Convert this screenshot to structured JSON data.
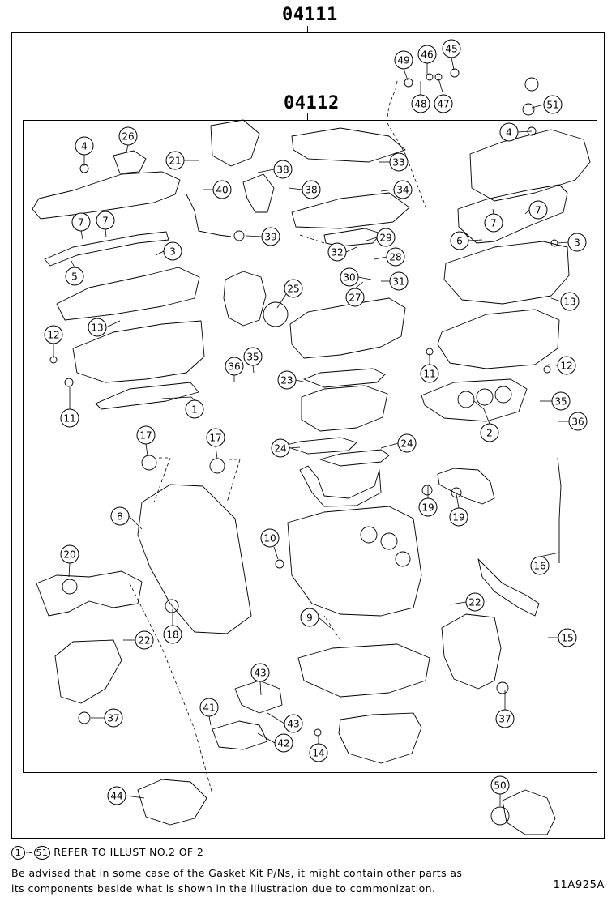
{
  "header": {
    "outer_code": "04111",
    "inner_code": "04112"
  },
  "callouts": [
    {
      "n": "1"
    },
    {
      "n": "2"
    },
    {
      "n": "3"
    },
    {
      "n": "3"
    },
    {
      "n": "4"
    },
    {
      "n": "4"
    },
    {
      "n": "5"
    },
    {
      "n": "6"
    },
    {
      "n": "7"
    },
    {
      "n": "7"
    },
    {
      "n": "7"
    },
    {
      "n": "7"
    },
    {
      "n": "8"
    },
    {
      "n": "9"
    },
    {
      "n": "10"
    },
    {
      "n": "11"
    },
    {
      "n": "11"
    },
    {
      "n": "12"
    },
    {
      "n": "12"
    },
    {
      "n": "13"
    },
    {
      "n": "13"
    },
    {
      "n": "14"
    },
    {
      "n": "15"
    },
    {
      "n": "16"
    },
    {
      "n": "17"
    },
    {
      "n": "17"
    },
    {
      "n": "18"
    },
    {
      "n": "19"
    },
    {
      "n": "19"
    },
    {
      "n": "20"
    },
    {
      "n": "21"
    },
    {
      "n": "22"
    },
    {
      "n": "22"
    },
    {
      "n": "23"
    },
    {
      "n": "24"
    },
    {
      "n": "24"
    },
    {
      "n": "25"
    },
    {
      "n": "26"
    },
    {
      "n": "27"
    },
    {
      "n": "28"
    },
    {
      "n": "29"
    },
    {
      "n": "30"
    },
    {
      "n": "31"
    },
    {
      "n": "32"
    },
    {
      "n": "33"
    },
    {
      "n": "34"
    },
    {
      "n": "35"
    },
    {
      "n": "35"
    },
    {
      "n": "36"
    },
    {
      "n": "36"
    },
    {
      "n": "37"
    },
    {
      "n": "37"
    },
    {
      "n": "38"
    },
    {
      "n": "38"
    },
    {
      "n": "39"
    },
    {
      "n": "40"
    },
    {
      "n": "41"
    },
    {
      "n": "42"
    },
    {
      "n": "43"
    },
    {
      "n": "43"
    },
    {
      "n": "44"
    },
    {
      "n": "45"
    },
    {
      "n": "46"
    },
    {
      "n": "47"
    },
    {
      "n": "48"
    },
    {
      "n": "49"
    },
    {
      "n": "50"
    },
    {
      "n": "51"
    }
  ],
  "footer": {
    "range_start": "1",
    "range_sep": "~",
    "range_end": "51",
    "refer_text": "REFER TO ILLUST NO.2 OF 2",
    "note_line1": "Be advised that in some case of the Gasket Kit P/Ns,  it might contain other parts as",
    "note_line2": "its components beside what is shown in the illustration due to commonization.",
    "illustration_code": "11A925A"
  }
}
